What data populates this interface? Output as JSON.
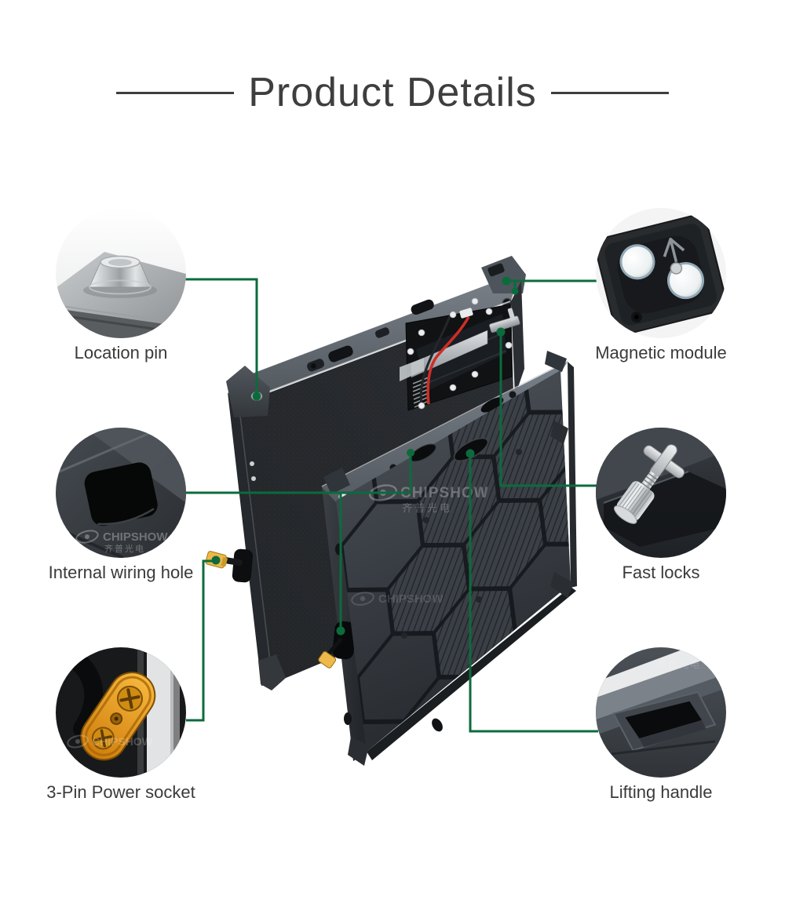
{
  "title": "Product Details",
  "watermark": {
    "brand": "CHIPSHOW",
    "brand_cn": "齐普光电"
  },
  "callouts": [
    {
      "id": "location-pin",
      "label": "Location pin"
    },
    {
      "id": "magnetic-module",
      "label": "Magnetic module"
    },
    {
      "id": "internal-wiring-hole",
      "label": "Internal wiring hole"
    },
    {
      "id": "fast-locks",
      "label": "Fast locks"
    },
    {
      "id": "power-socket",
      "label": "3-Pin Power socket"
    },
    {
      "id": "lifting-handle",
      "label": "Lifting handle"
    }
  ],
  "colors": {
    "connector": "#0c6b3d",
    "title": "#3e3e3e",
    "label": "#3a3a3a"
  }
}
